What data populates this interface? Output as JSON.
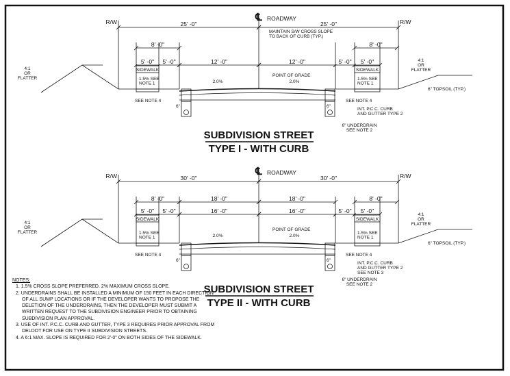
{
  "sections": [
    {
      "roadway_label": "ROADWAY",
      "rw_left": "R/W",
      "rw_right": "R/W",
      "half_width_left": "25' -0\"",
      "half_width_right": "25' -0\"",
      "left_8": "8' -0\"",
      "right_8": "8' -0\"",
      "inner_dims": null,
      "sidewalk_left": "5' -0\"",
      "buffer_left": "5' -0\"",
      "lane_left": "12' -0\"",
      "lane_right": "12' -0\"",
      "buffer_right": "5' -0\"",
      "sidewalk_right": "5' -0\"",
      "sidewalk_label": "SIDEWALK",
      "sw_slope": "1.5% SEE NOTE 1",
      "road_slope_left": "2.0%",
      "road_slope_right": "2.0%",
      "point_of_grade": "POINT OF GRADE",
      "see_note4": "SEE NOTE 4",
      "six_in": "6\"",
      "slope_label": "4:1 OR FLATTER",
      "topsoil": "6\" TOPSOIL (TYP.)",
      "maintain": "MAINTAIN S/W CROSS SLOPE TO BACK OF CURB (TYP.)",
      "curb_label": "INT. P.C.C. CURB AND GUTTER TYPE 2",
      "underdrain": "6\" UNDERDRAIN SEE NOTE 2",
      "title": "SUBDIVISION STREET",
      "subtitle": "TYPE I - WITH CURB"
    },
    {
      "roadway_label": "ROADWAY",
      "rw_left": "R/W",
      "rw_right": "R/W",
      "half_width_left": "30' -0\"",
      "half_width_right": "30' -0\"",
      "left_8": "8' -0\"",
      "right_8": "8' -0\"",
      "inner_dims": [
        "18' -0\"",
        "18' -0\""
      ],
      "sidewalk_left": "5' -0\"",
      "buffer_left": "5' -0\"",
      "lane_left": "16' -0\"",
      "lane_right": "16' -0\"",
      "buffer_right": "5' -0\"",
      "sidewalk_right": "5' -0\"",
      "sidewalk_label": "SIDEWALK",
      "sw_slope": "1.5% SEE NOTE 1",
      "road_slope_left": "2.0%",
      "road_slope_right": "2.0%",
      "point_of_grade": "POINT OF GRADE",
      "see_note4": "SEE NOTE 4",
      "six_in": "6\"",
      "slope_label": "4:1 OR FLATTER",
      "topsoil": "6\" TOPSOIL (TYP.)",
      "maintain": null,
      "curb_label": "INT. P.C.C. CURB AND GUTTER TYPE 2 SEE NOTE 3",
      "underdrain": "6\" UNDERDRAIN SEE NOTE 2",
      "title": "SUBDIVISION STREET",
      "subtitle": "TYPE II - WITH CURB"
    }
  ],
  "notes": {
    "heading": "NOTES:",
    "items": [
      "1. 1.5% CROSS SLOPE PREFERRED. 2% MAXIMUM CROSS SLOPE.",
      "2. UNDERDRAINS SHALL BE INSTALLED A MINIMUM OF 150 FEET IN EACH DIRECTION OF ALL SUMP LOCATIONS OR IF THE DEVELOPER WANTS TO PROPOSE THE DELETION OF THE UNDERDRAINS, THEN THE DEVELOPER MUST SUBMIT A WRITTEN REQUEST TO THE SUBDIVISION ENGINEER PRIOR TO OBTAINING SUBDIVISION PLAN APPROVAL.",
      "3. USE OF INT. P.C.C. CURB AND GUTTER, TYPE 3 REQUIRES PRIOR APPROVAL FROM DELDOT FOR USE ON TYPE II SUBDIVISION STREETS.",
      "4. A 6:1 MAX. SLOPE IS REQUIRED FOR 2'-0\" ON BOTH SIDES OF THE SIDEWALK."
    ]
  }
}
